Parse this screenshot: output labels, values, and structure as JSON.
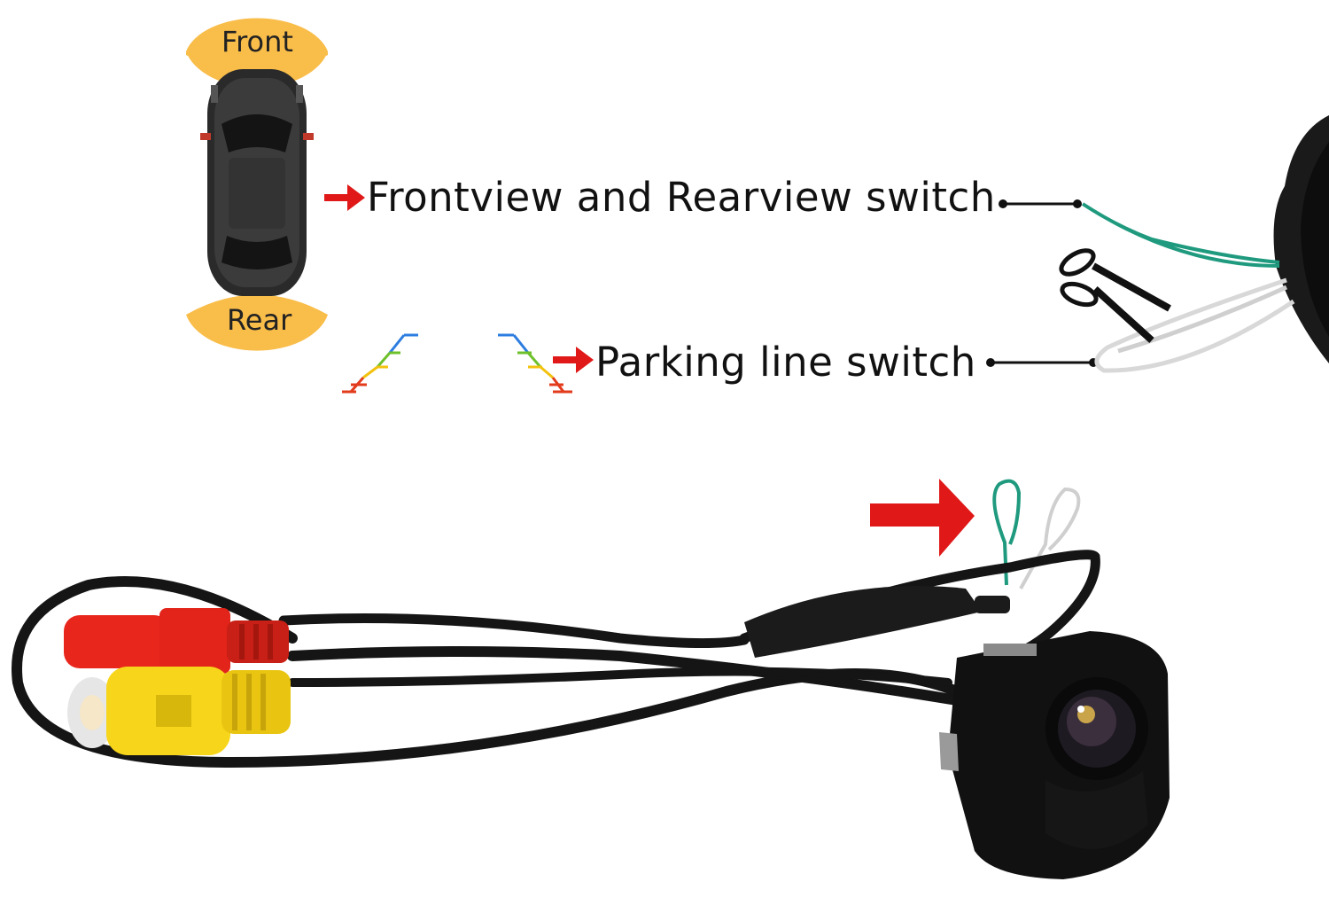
{
  "labels": {
    "front": "Front",
    "rear": "Rear",
    "frontview_rearview_switch": "Frontview and Rearview switch",
    "parking_line_switch": "Parking line switch"
  },
  "colors": {
    "badge": "#f9bd4a",
    "arrow": "#e01818",
    "green_wire": "#1f9a7e",
    "white_wire": "#d8d8d8",
    "rca_red": "#e8261c",
    "rca_yellow": "#f7d51a",
    "cable": "#151515"
  },
  "icons": [
    "car-top-view-icon",
    "parking-guide-lines-icon",
    "scissors-icon",
    "red-arrow-icon"
  ]
}
